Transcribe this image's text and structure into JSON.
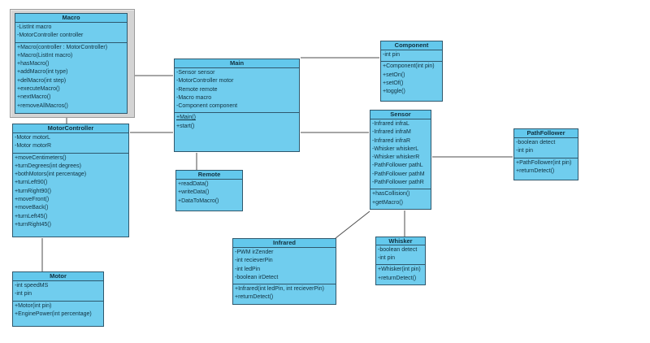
{
  "diagram_type": "uml-class-diagram",
  "colors": {
    "box_fill": "#70cdee",
    "title_fill": "#63c8ec",
    "box_border": "#2f586d",
    "connector": "#4d4d4d",
    "selection_frame": "#d4d4d4",
    "background": "#ffffff"
  },
  "classes": [
    {
      "id": "macro",
      "name": "Macro",
      "selected": true,
      "attributes": [
        "-ListInt macro",
        "-MotorController controller"
      ],
      "methods": [
        {
          "text": "+Macro(controller : MotorController)"
        },
        {
          "text": "+Macro(ListInt macro)"
        },
        {
          "text": "+hasMacro()"
        },
        {
          "text": "+addMacro(int type)"
        },
        {
          "text": "+delMacro(int step)"
        },
        {
          "text": "+executeMacro()"
        },
        {
          "text": "+nextMacro()"
        },
        {
          "text": "+removeAllMacros()"
        }
      ]
    },
    {
      "id": "motorcontroller",
      "name": "MotorController",
      "selected": false,
      "attributes": [
        "-Motor motorL",
        "-Motor motorR"
      ],
      "methods": [
        {
          "text": "+moveCentimeters()"
        },
        {
          "text": "+turnDegrees(int degrees)"
        },
        {
          "text": "+bothMotors(int percentage)"
        },
        {
          "text": "+turnLeft90()"
        },
        {
          "text": "+turnRight90()"
        },
        {
          "text": "+moveFront()"
        },
        {
          "text": "+moveBack()"
        },
        {
          "text": "+turnLeft45()"
        },
        {
          "text": "+turnRight45()"
        }
      ]
    },
    {
      "id": "motor",
      "name": "Motor",
      "selected": false,
      "attributes": [
        "-int speedMS",
        "-int pin"
      ],
      "methods": [
        {
          "text": "+Motor(int pin)"
        },
        {
          "text": "+EnginePower(int percentage)"
        }
      ]
    },
    {
      "id": "main",
      "name": "Main",
      "selected": false,
      "attributes": [
        "-Sensor sensor",
        "-MotorController motor",
        "-Remote remote",
        "-Macro macro",
        "-Component component"
      ],
      "methods": [
        {
          "text": "+Main()",
          "underline": true
        },
        {
          "text": "+start()"
        }
      ]
    },
    {
      "id": "remote",
      "name": "Remote",
      "selected": false,
      "attributes": [],
      "methods": [
        {
          "text": "+readData()"
        },
        {
          "text": "+writeData()"
        },
        {
          "text": "+DataToMacro()"
        }
      ]
    },
    {
      "id": "component",
      "name": "Component",
      "selected": false,
      "attributes": [
        "-int pin"
      ],
      "methods": [
        {
          "text": "+Component(int pin)"
        },
        {
          "text": "+setOn()"
        },
        {
          "text": "+setOf()"
        },
        {
          "text": "+toggle()"
        }
      ]
    },
    {
      "id": "sensor",
      "name": "Sensor",
      "selected": false,
      "attributes": [
        "-Infrared infraL",
        "-Infrared infraM",
        "-Infrared infraR",
        "-Whisker whiskerL",
        "-Whisker whiskerR",
        "-PathFollower pathL",
        "-PathFollower pathM",
        "-PathFollower pathR"
      ],
      "methods": [
        {
          "text": "+hasCollision()"
        },
        {
          "text": "+getMacro()"
        }
      ]
    },
    {
      "id": "infrared",
      "name": "Infrared",
      "selected": false,
      "attributes": [
        "-PWM irZender",
        "-int recieverPin",
        "-int ledPin",
        "-boolean irDetect"
      ],
      "methods": [
        {
          "text": "+Infrared(int ledPin, int recieverPin)"
        },
        {
          "text": "+returnDetect()"
        }
      ]
    },
    {
      "id": "whisker",
      "name": "Whisker",
      "selected": false,
      "attributes": [
        "-boolean detect",
        "-int pin"
      ],
      "methods": [
        {
          "text": "+Whisker(int pin)"
        },
        {
          "text": "+returnDetect()"
        }
      ]
    },
    {
      "id": "pathfollower",
      "name": "PathFollower",
      "selected": false,
      "attributes": [
        "-boolean detect",
        "-int pin"
      ],
      "methods": [
        {
          "text": "+PathFollower(int pin)"
        },
        {
          "text": "+returnDetect()"
        }
      ]
    }
  ],
  "connectors": [
    {
      "id": "macro-main",
      "from": "Macro",
      "to": "Main"
    },
    {
      "id": "macro-motorcontroller",
      "from": "Macro",
      "to": "MotorController"
    },
    {
      "id": "motorcontroller-main",
      "from": "MotorController",
      "to": "Main"
    },
    {
      "id": "motorcontroller-motor",
      "from": "MotorController",
      "to": "Motor"
    },
    {
      "id": "main-remote",
      "from": "Main",
      "to": "Remote"
    },
    {
      "id": "main-component",
      "from": "Main",
      "to": "Component"
    },
    {
      "id": "main-sensor",
      "from": "Main",
      "to": "Sensor"
    },
    {
      "id": "sensor-pathfollower",
      "from": "Sensor",
      "to": "PathFollower"
    },
    {
      "id": "sensor-whisker",
      "from": "Sensor",
      "to": "Whisker"
    },
    {
      "id": "sensor-infrared",
      "from": "Sensor",
      "to": "Infrared"
    }
  ]
}
